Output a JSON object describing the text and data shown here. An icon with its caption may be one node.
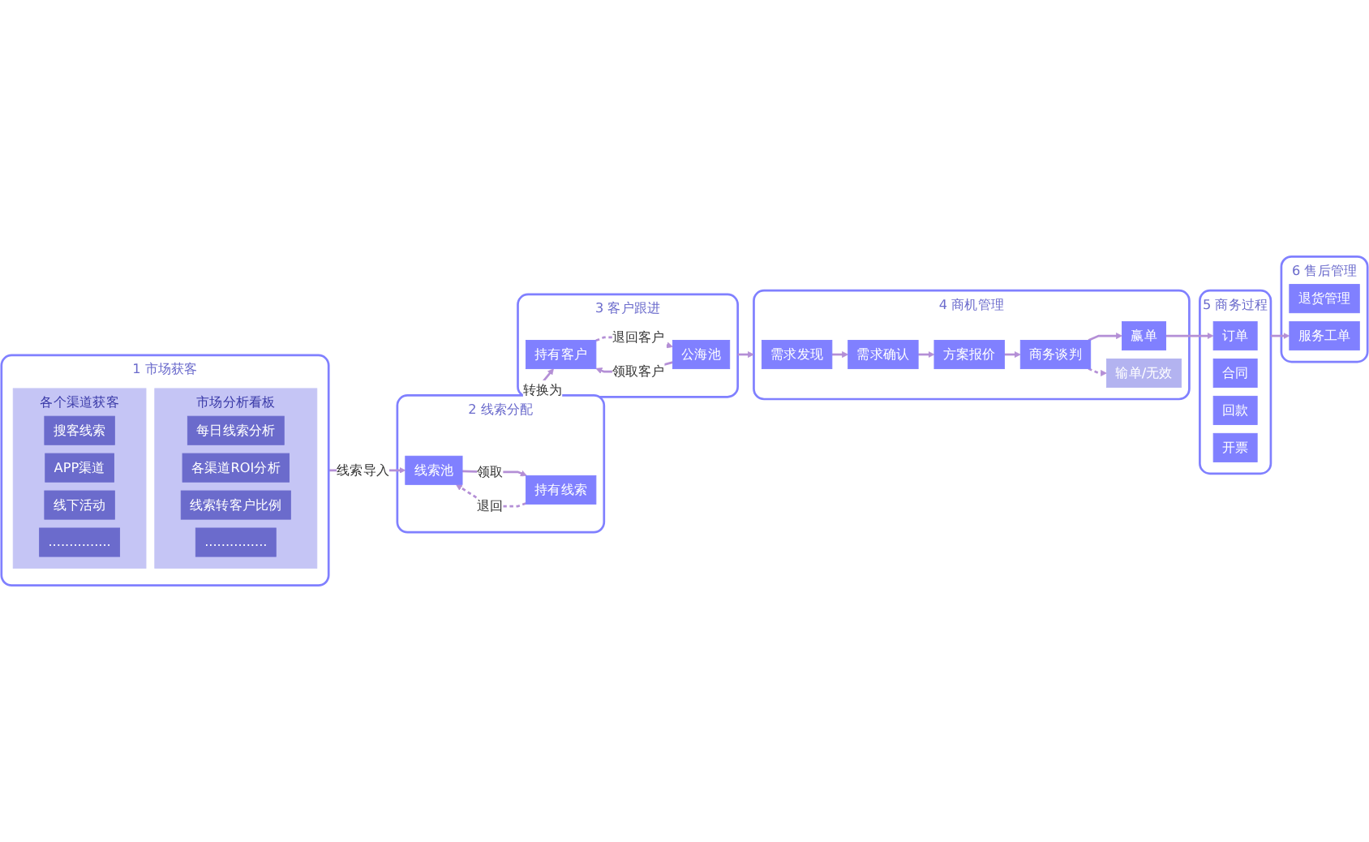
{
  "diagram": {
    "nodes": [
      {
        "text": [
          "1",
          "市场获客"
        ]
      },
      {
        "text": [
          "各个渠道获客"
        ],
        "in": 0
      },
      {
        "text": [
          "搜客线索"
        ],
        "in": 1
      },
      {
        "text": [
          "APP渠道"
        ],
        "in": 1
      },
      {
        "text": [
          "线下活动"
        ],
        "in": 1
      },
      {
        "text": [
          "..............."
        ],
        "in": 1
      },
      {
        "text": [
          "市场分析看板"
        ],
        "in": 0
      },
      {
        "text": [
          "每日线索分析"
        ],
        "in": 6
      },
      {
        "text": [
          "各渠道ROI分析"
        ],
        "in": 6
      },
      {
        "text": [
          "线索转客户比例"
        ],
        "in": 6
      },
      {
        "text": [
          "..............."
        ],
        "in": 6
      },
      {
        "text": [
          "2",
          "线索分配"
        ]
      },
      {
        "text": [
          "线索池"
        ],
        "in": 11
      },
      {
        "text": [
          "持有线索"
        ],
        "in": 11
      },
      {
        "text": [
          "3",
          "客户跟进"
        ]
      },
      {
        "text": [
          "公海池"
        ],
        "in": 14
      },
      {
        "text": [
          "持有客户"
        ],
        "in": 14
      },
      {
        "text": [
          "4",
          "商机管理"
        ]
      },
      {
        "text": [
          "需求发现"
        ],
        "in": 17
      },
      {
        "text": [
          "需求确认"
        ],
        "in": 17
      },
      {
        "text": [
          "方案报价"
        ],
        "in": 17
      },
      {
        "text": [
          "商务谈判"
        ],
        "in": 17
      },
      {
        "text": [
          "赢单"
        ],
        "in": 17
      },
      {
        "text": [
          "输单/无效"
        ],
        "in": 17
      },
      {
        "text": [
          "5",
          "商务过程"
        ]
      },
      {
        "text": [
          "订单"
        ],
        "in": 24
      },
      {
        "text": [
          "合同"
        ],
        "in": 24
      },
      {
        "text": [
          "回款"
        ],
        "in": 24
      },
      {
        "text": [
          "开票"
        ],
        "in": 24
      },
      {
        "text": [
          "6",
          "售后管理"
        ]
      },
      {
        "text": [
          "退货管理"
        ],
        "in": 29
      },
      {
        "text": [
          "服务工单"
        ],
        "in": 29
      }
    ],
    "edges": [
      {
        "from": 0,
        "to": 12,
        "arrow": "to",
        "label": "线索导入"
      },
      {
        "from": 12,
        "to": 13,
        "arrow": "to",
        "label": "领取"
      },
      {
        "from": 13,
        "to": 12,
        "arrow": "to",
        "label": "退回",
        "style": "dashed"
      },
      {
        "from": 11,
        "to": 16,
        "arrow": "to",
        "label": "转换为"
      },
      {
        "from": 15,
        "to": 16,
        "arrow": "to",
        "label": "领取客户"
      },
      {
        "from": 16,
        "to": 15,
        "arrow": "to",
        "label": "退回客户",
        "style": "dashed"
      },
      {
        "from": 14,
        "to": 17,
        "arrow": "to"
      },
      {
        "from": 18,
        "to": 19,
        "arrow": "to"
      },
      {
        "from": 19,
        "to": 20,
        "arrow": "to"
      },
      {
        "from": 20,
        "to": 21,
        "arrow": "to"
      },
      {
        "from": 21,
        "to": 22,
        "arrow": "to"
      },
      {
        "from": 21,
        "to": 23,
        "arrow": "to",
        "style": "dashed"
      },
      {
        "from": 22,
        "to": 25,
        "arrow": "to"
      },
      {
        "from": 24,
        "to": 31,
        "arrow": "to"
      }
    ]
  }
}
